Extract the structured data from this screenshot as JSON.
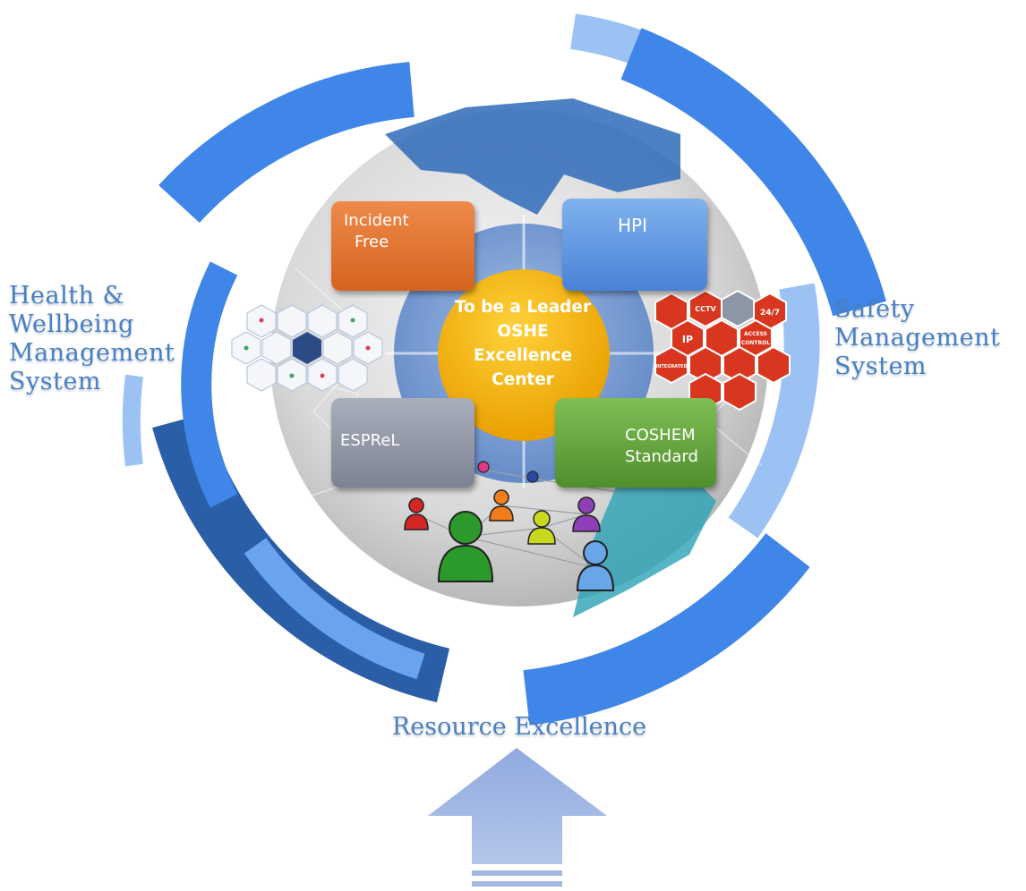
{
  "left_label": {
    "lines": [
      "Health &",
      "Wellbeing",
      "Management",
      "System"
    ]
  },
  "right_label": {
    "lines": [
      "Safety",
      "Management",
      "System"
    ]
  },
  "bottom_label": "Resource Excellence",
  "center": {
    "lines": [
      "To be a Leader",
      "OSHE",
      "Excellence",
      "Center"
    ]
  },
  "boxes": {
    "incident_free": {
      "lines": [
        "Incident",
        "Free"
      ]
    },
    "hpi": "HPI",
    "esprel": "ESPReL",
    "coshem": {
      "lines": [
        "COSHEM",
        "Standard"
      ]
    }
  },
  "security_icons": {
    "lines": [
      "CCTV",
      "24/7",
      "IP",
      "ACCESS",
      "CONTROL",
      "INTEGRATED"
    ]
  },
  "colors": {
    "ring_blue": "#3f86e8",
    "ring_dark": "#2a5fa8",
    "ring_light": "#9cc2f3",
    "label_blue": "#4a7fc1",
    "center_gold": "#f5b400",
    "incident_orange": "#e57a35",
    "hpi_blue": "#5e96e0",
    "esprel_gray": "#8f95a4",
    "coshem_green": "#5f9d38",
    "arrow_fill": "#a3b8e0",
    "hex_red": "#d9361f"
  }
}
